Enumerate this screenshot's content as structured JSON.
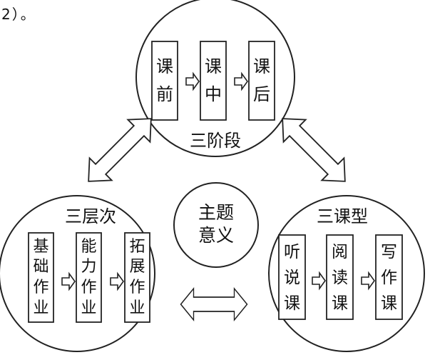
{
  "top_note": "2）。",
  "center": {
    "line1": "主题",
    "line2": "意义"
  },
  "stages": {
    "title": "三阶段",
    "boxes": [
      {
        "c1": "课",
        "c2": "前"
      },
      {
        "c1": "课",
        "c2": "中"
      },
      {
        "c1": "课",
        "c2": "后"
      }
    ]
  },
  "layers": {
    "title": "三层次",
    "boxes": [
      {
        "chars": [
          "基",
          "础",
          "作",
          "业"
        ]
      },
      {
        "chars": [
          "能",
          "力",
          "作",
          "业"
        ]
      },
      {
        "chars": [
          "拓",
          "展",
          "作",
          "业"
        ]
      }
    ]
  },
  "courses": {
    "title": "三课型",
    "boxes": [
      {
        "chars": [
          "听",
          "说",
          "课"
        ]
      },
      {
        "chars": [
          "阅",
          "读",
          "课"
        ]
      },
      {
        "chars": [
          "写",
          "作",
          "课"
        ]
      }
    ]
  }
}
